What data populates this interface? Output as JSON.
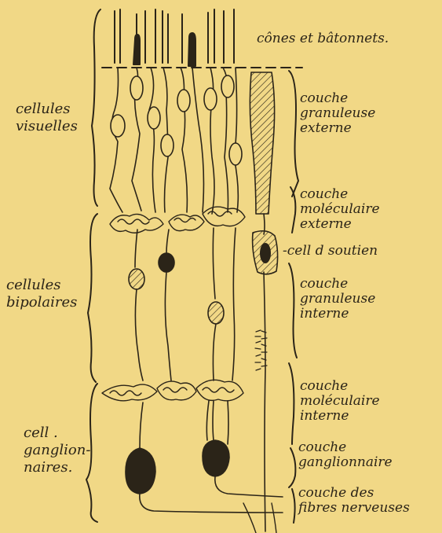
{
  "labels": {
    "cones": "cônes et bâtonnets.",
    "visual_cells": [
      "cellules",
      "visuelles"
    ],
    "outer_nuclear": [
      "couche",
      "granuleuse",
      "externe"
    ],
    "outer_plexiform": [
      "couche",
      "moléculaire",
      "externe"
    ],
    "support_cell": "-cell d soutien",
    "bipolar_cells": [
      "cellules",
      "bipolaires"
    ],
    "inner_nuclear": [
      "couche",
      "granuleuse",
      "interne"
    ],
    "inner_plexiform": [
      "couche",
      "moléculaire",
      "interne"
    ],
    "ganglion_cells": [
      "cell .",
      "ganglion-",
      "naires."
    ],
    "ganglion_layer": [
      "couche",
      "ganglionnaire"
    ],
    "nerve_fibers": [
      "couche des",
      "fibres nerveuses"
    ]
  },
  "colors": {
    "background": "#f1d886",
    "ink": "#2b2418"
  }
}
